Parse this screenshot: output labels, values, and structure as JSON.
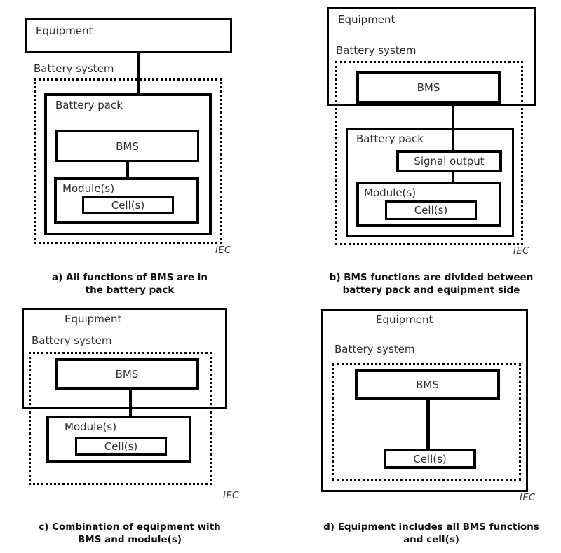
{
  "colors": {
    "line": "#000000",
    "text": "#2d2d2d",
    "background": "#ffffff"
  },
  "figure": {
    "a": {
      "equipment": "Equipment",
      "battery_system": "Battery system",
      "battery_pack": "Battery pack",
      "bms": "BMS",
      "modules": "Module(s)",
      "cells": "Cell(s)",
      "iec": "IEC",
      "caption_line1": "a) All functions of BMS are in",
      "caption_line2": "the battery pack"
    },
    "b": {
      "equipment": "Equipment",
      "battery_system": "Battery system",
      "battery_pack": "Battery pack",
      "bms": "BMS",
      "signal_output": "Signal output",
      "modules": "Module(s)",
      "cells": "Cell(s)",
      "iec": "IEC",
      "caption_line1": "b) BMS functions are divided between",
      "caption_line2": "battery pack and equipment side"
    },
    "c": {
      "equipment": "Equipment",
      "battery_system": "Battery system",
      "bms": "BMS",
      "modules": "Module(s)",
      "cells": "Cell(s)",
      "iec": "IEC",
      "caption_line1": "c) Combination of equipment with",
      "caption_line2": "BMS and module(s)"
    },
    "d": {
      "equipment": "Equipment",
      "battery_system": "Battery system",
      "bms": "BMS",
      "cells": "Cell(s)",
      "iec": "IEC",
      "caption_line1": "d) Equipment includes all BMS functions",
      "caption_line2": "and cell(s)"
    }
  }
}
